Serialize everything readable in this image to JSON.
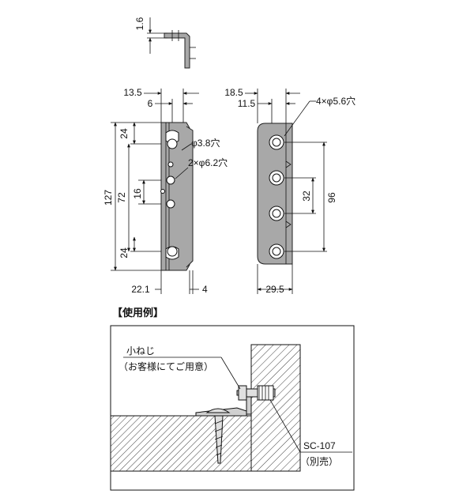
{
  "side_view": {
    "thickness": "1.6"
  },
  "front_view": {
    "dim_width_overall": "13.5",
    "dim_edge_offset": "6",
    "dim_hole_small": "φ3.8穴",
    "dim_hole_large": "2×φ6.2穴",
    "dim_slot_top": "24",
    "dim_height_overall": "127",
    "dim_mid_span": "72",
    "dim_hole_pitch": "16",
    "dim_slot_bottom": "24",
    "dim_bottom_left": "22.1",
    "dim_bottom_right": "4"
  },
  "back_view": {
    "dim_width_top": "18.5",
    "dim_offset_top": "11.5",
    "dim_holes": "4×φ5.6穴",
    "dim_pitch_small": "32",
    "dim_pitch_large": "96",
    "dim_width_bottom": "29.5"
  },
  "usage": {
    "title": "【使用例】",
    "screw_label": "小ねじ",
    "screw_note": "（お客様にてご用意）",
    "part_code": "SC-107",
    "part_note": "（別売）"
  }
}
